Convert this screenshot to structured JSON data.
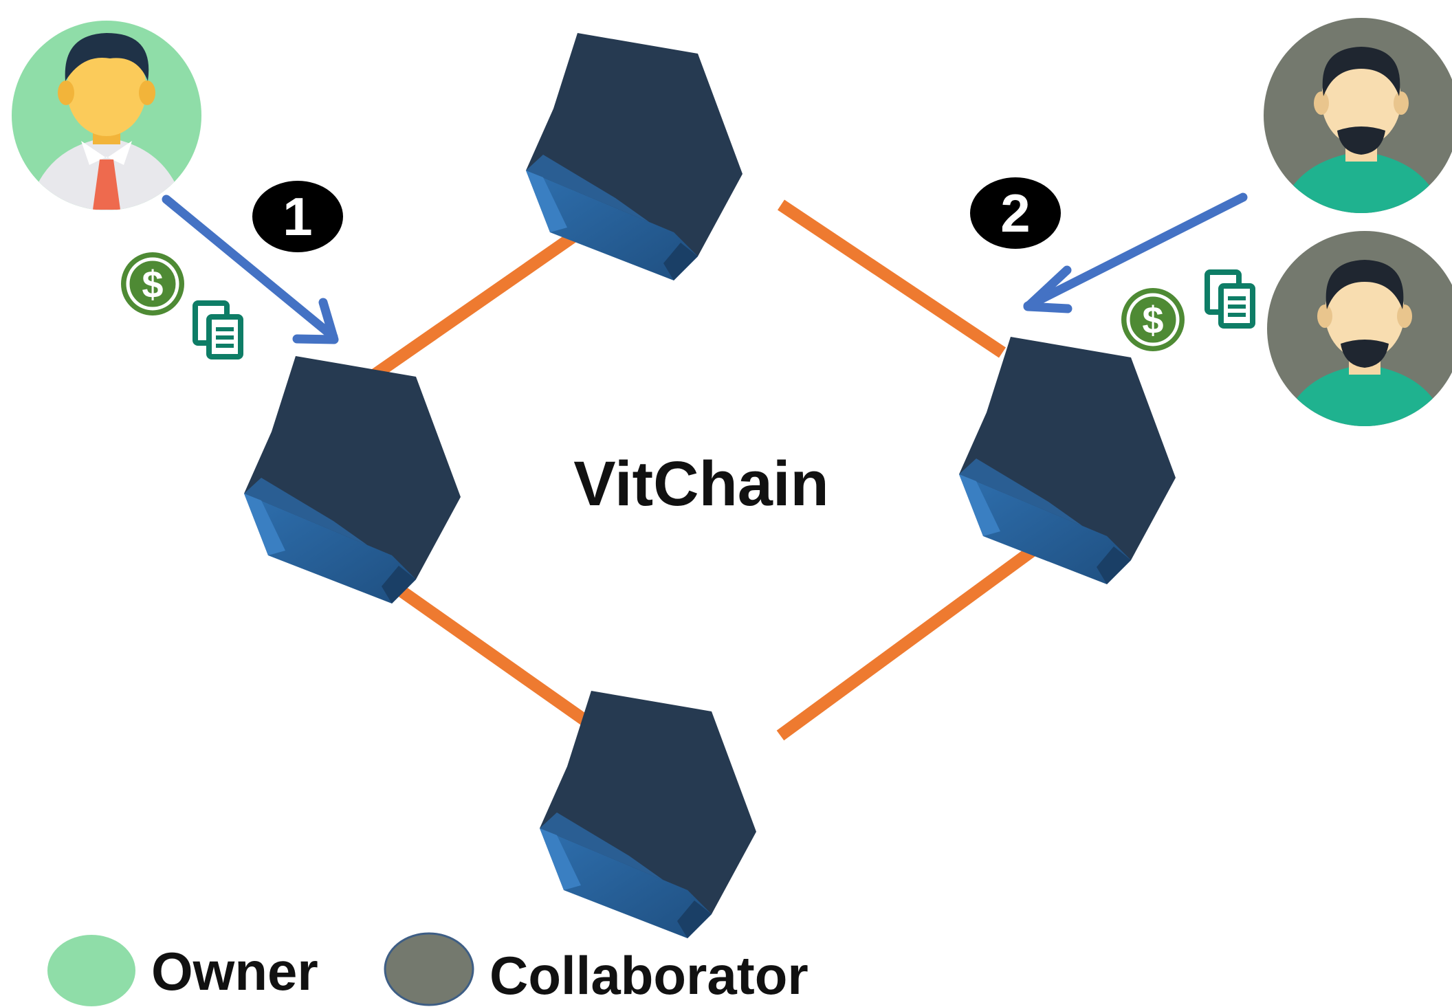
{
  "diagram": {
    "title": "VitChain",
    "steps": [
      {
        "number": "1"
      },
      {
        "number": "2"
      }
    ],
    "legend": [
      {
        "label": "Owner",
        "color": "#8FDDA8"
      },
      {
        "label": "Collaborator",
        "color": "#74796E"
      }
    ],
    "colors": {
      "link": "#EE7A30",
      "arrow": "#4472C4",
      "block_top": "#263A51",
      "block_face": "#245C94",
      "coin": "#4E8A34",
      "document": "#0E7D66",
      "step_badge": "#000000"
    },
    "icons": [
      "owner-avatar",
      "collaborator-avatar",
      "dollar-coin-icon",
      "documents-icon",
      "block-icon"
    ]
  }
}
